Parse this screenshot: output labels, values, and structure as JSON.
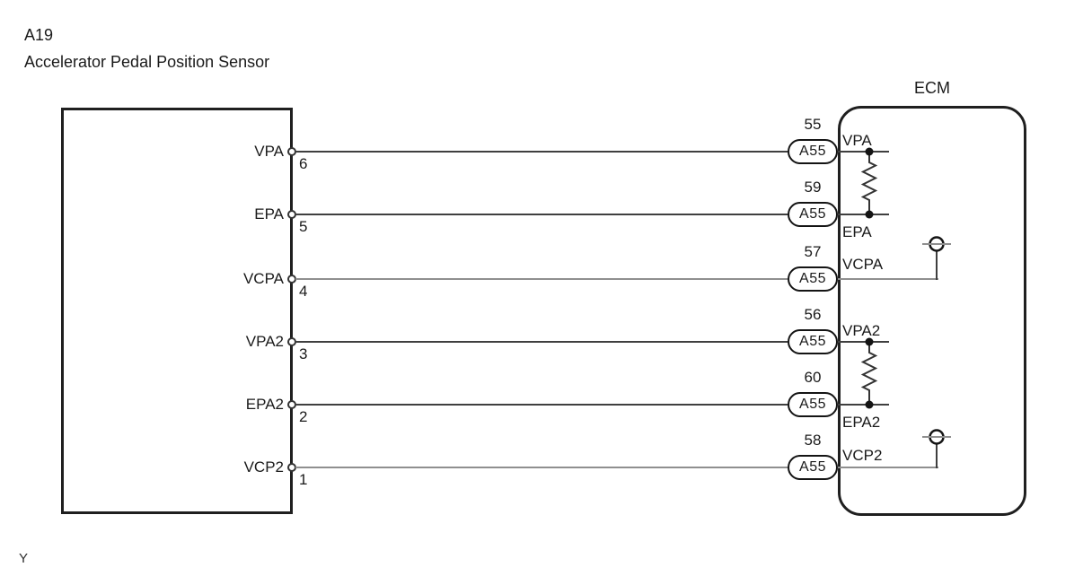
{
  "title": {
    "id": "A19",
    "name": "Accelerator Pedal Position Sensor"
  },
  "ecm": {
    "label": "ECM"
  },
  "footer": {
    "label": "Y"
  },
  "colors": {
    "outline": "#1f1f1f",
    "signal_wire": "#3f3f3f",
    "power_wire": "#8f8f8f"
  },
  "rows": [
    {
      "signal": "VPA",
      "sensor_pin": "6",
      "connector": "A55",
      "ecm_pin": "55",
      "wire_type": "signal"
    },
    {
      "signal": "EPA",
      "sensor_pin": "5",
      "connector": "A55",
      "ecm_pin": "59",
      "wire_type": "signal"
    },
    {
      "signal": "VCPA",
      "sensor_pin": "4",
      "connector": "A55",
      "ecm_pin": "57",
      "wire_type": "power"
    },
    {
      "signal": "VPA2",
      "sensor_pin": "3",
      "connector": "A55",
      "ecm_pin": "56",
      "wire_type": "signal"
    },
    {
      "signal": "EPA2",
      "sensor_pin": "2",
      "connector": "A55",
      "ecm_pin": "60",
      "wire_type": "signal"
    },
    {
      "signal": "VCP2",
      "sensor_pin": "1",
      "connector": "A55",
      "ecm_pin": "58",
      "wire_type": "power"
    }
  ]
}
